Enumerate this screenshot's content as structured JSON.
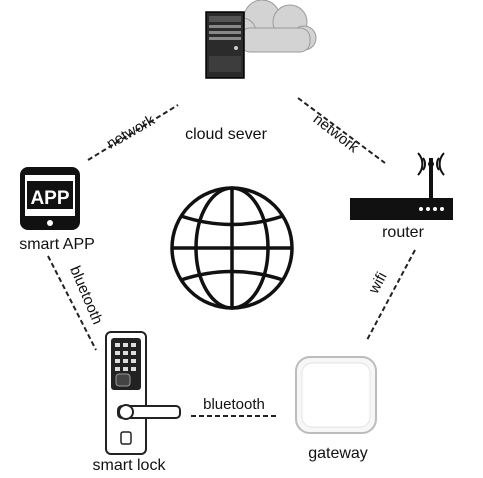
{
  "nodes": {
    "cloud_server": {
      "label": "cloud sever",
      "icon": "cloud-server-icon"
    },
    "smart_app": {
      "label": "smart APP",
      "icon": "phone-app-icon",
      "badge": "APP"
    },
    "router": {
      "label": "router",
      "icon": "wifi-router-icon"
    },
    "smart_lock": {
      "label": "smart lock",
      "icon": "door-lock-icon"
    },
    "gateway": {
      "label": "gateway",
      "icon": "gateway-box-icon"
    },
    "center": {
      "icon": "globe-icon"
    }
  },
  "links": {
    "app_cloud": "network",
    "cloud_router": "network",
    "app_lock": "bluetooth",
    "router_gateway": "wifi",
    "lock_gateway": "bluetooth"
  },
  "colors": {
    "ink": "#111111",
    "line": "#222222",
    "cloud": "#d6d6d6"
  }
}
